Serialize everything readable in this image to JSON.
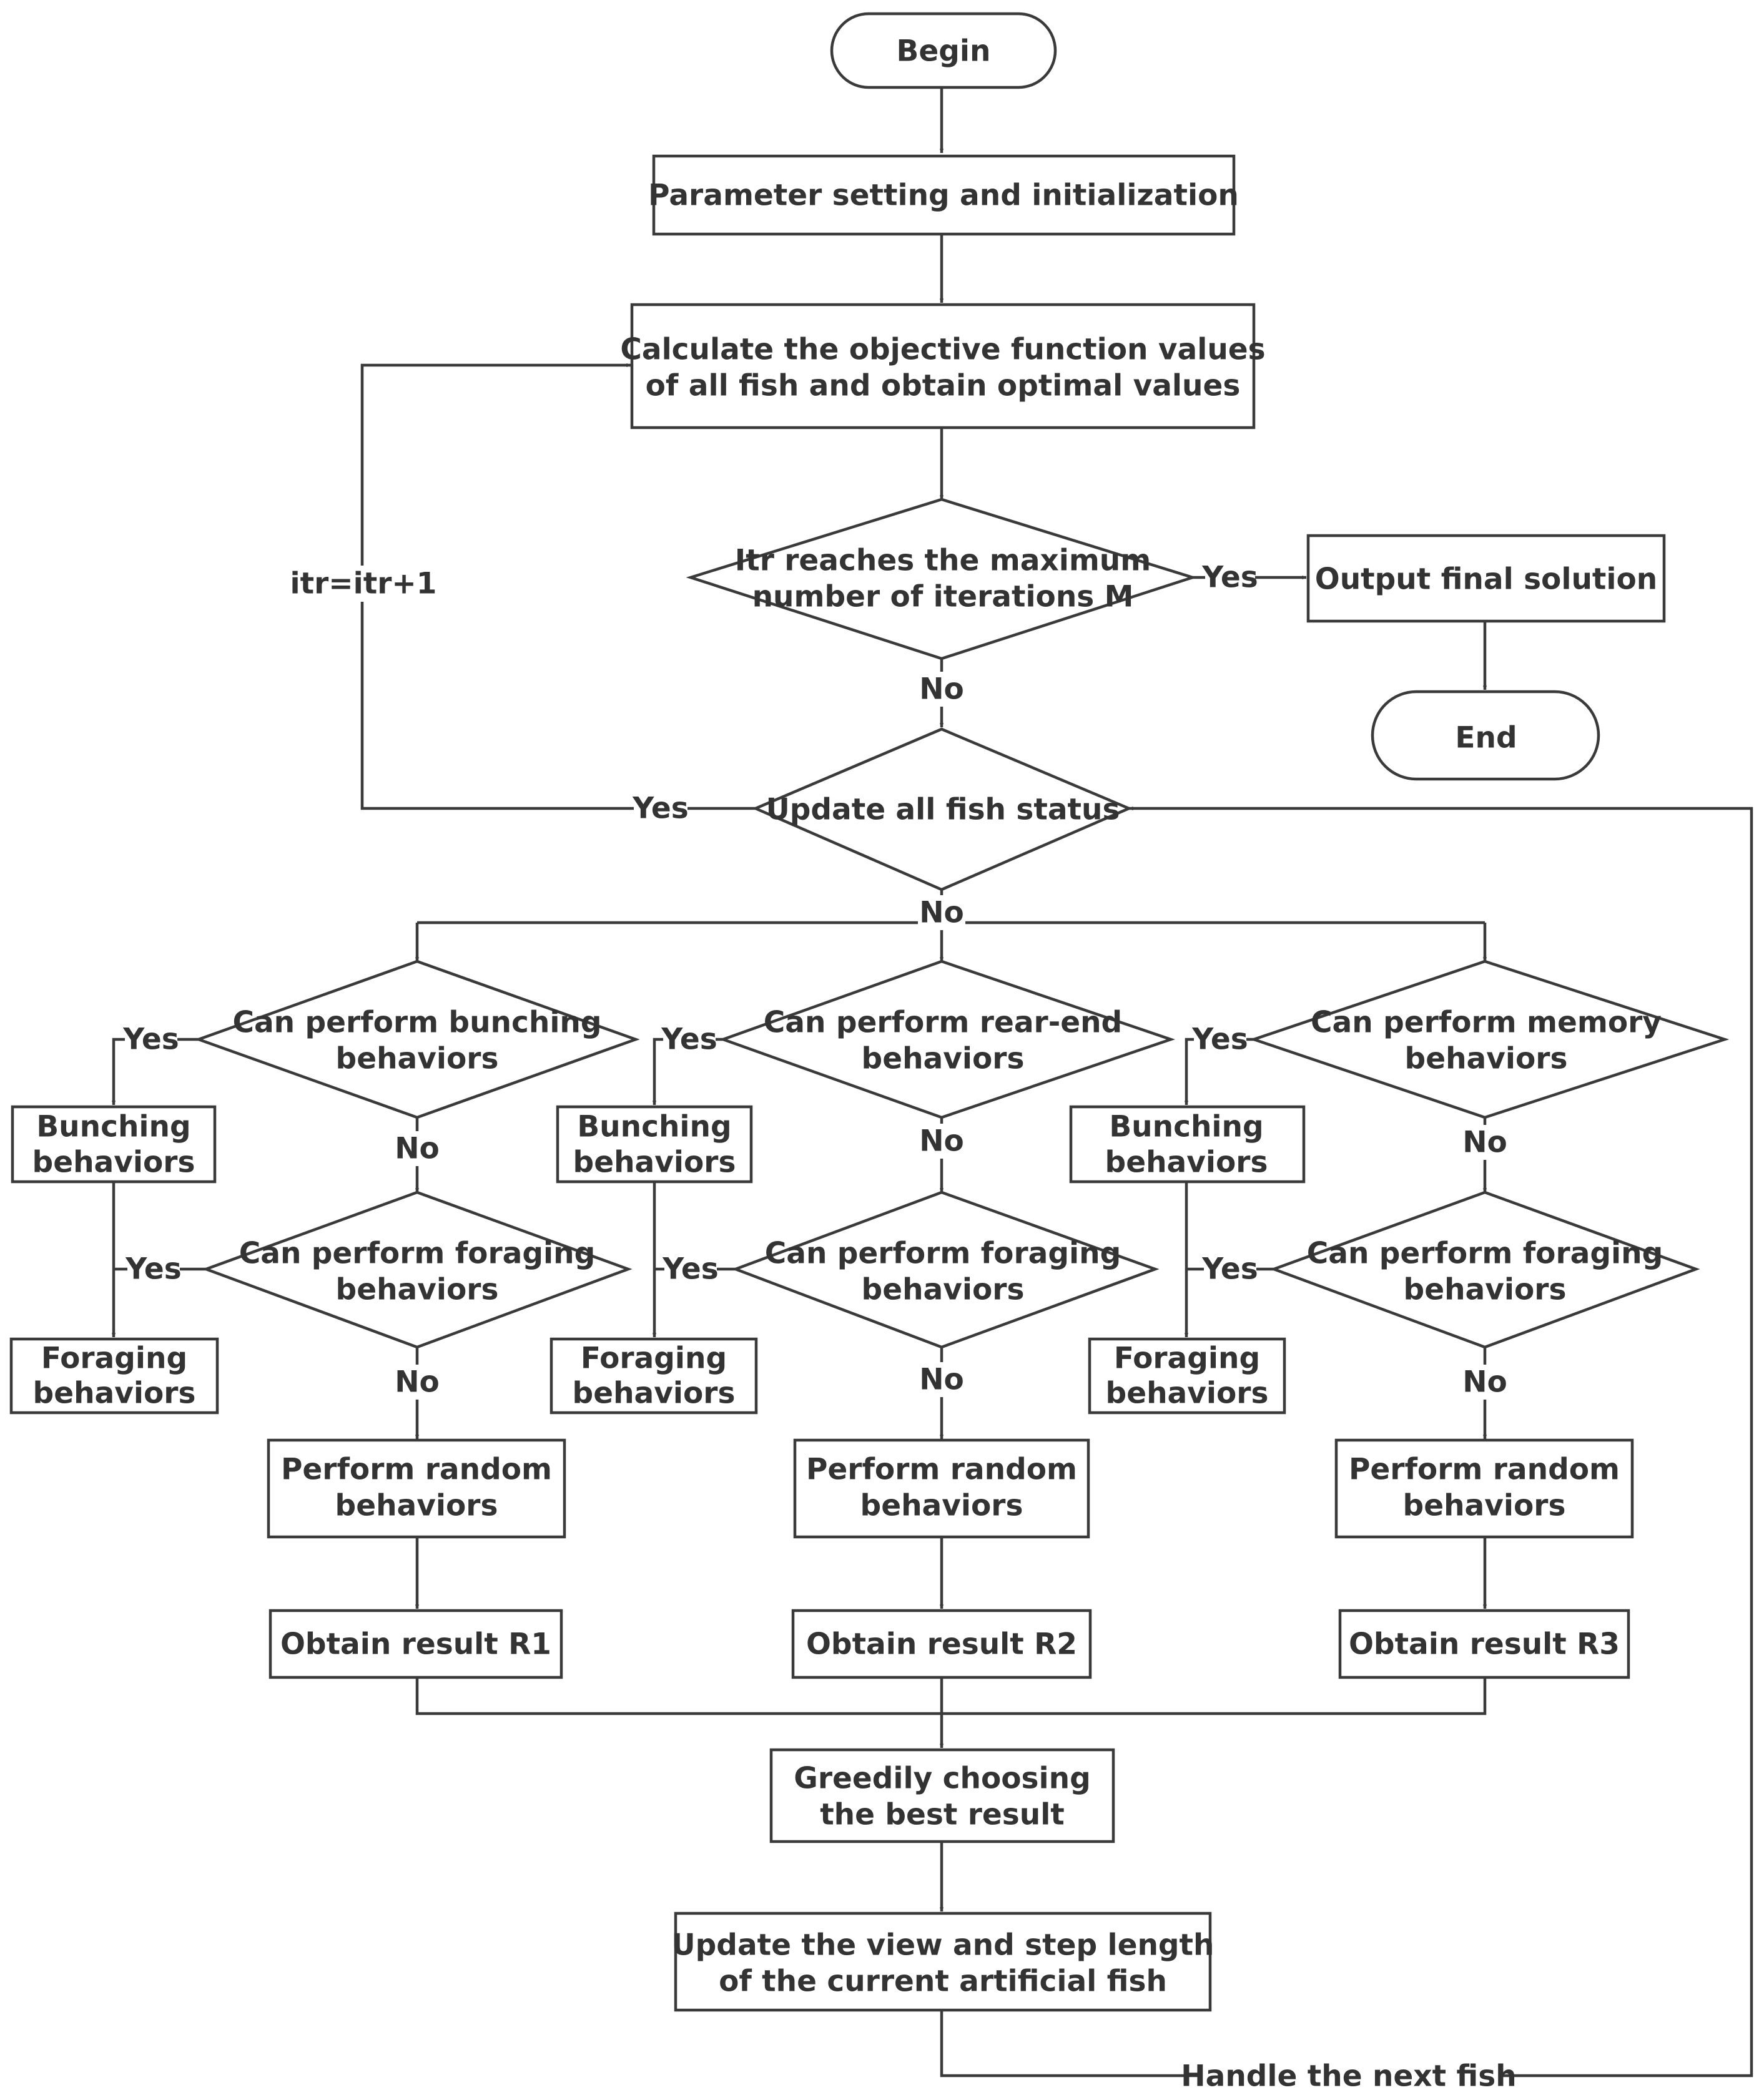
{
  "nodes": {
    "begin": "Begin",
    "init": "Parameter setting and initialization",
    "calc_1": "Calculate the objective function values",
    "calc_2": "of all fish and obtain optimal values",
    "maxiter_1": "Itr reaches the maximum",
    "maxiter_2": "number of iterations M",
    "output": "Output final solution",
    "end": "End",
    "update_status": "Update all fish status",
    "dec_bunching_1": "Can perform bunching",
    "dec_bunching_2": "behaviors",
    "dec_rearend_1": "Can perform rear-end",
    "dec_rearend_2": "behaviors",
    "dec_memory_1": "Can perform memory",
    "dec_memory_2": "behaviors",
    "bunching_1": "Bunching",
    "bunching_2": "behaviors",
    "dec_foraging_1": "Can perform foraging",
    "dec_foraging_2": "behaviors",
    "foraging_1": "Foraging",
    "foraging_2": "behaviors",
    "random_1": "Perform random",
    "random_2": "behaviors",
    "result_r1": "Obtain result R1",
    "result_r2": "Obtain result R2",
    "result_r3": "Obtain result R3",
    "greedy_1": "Greedily choosing",
    "greedy_2": "the best result",
    "update_view_1": "Update the view and step length",
    "update_view_2": "of the current artificial fish"
  },
  "edge_labels": {
    "yes": "Yes",
    "no": "No",
    "itr_increment": "itr=itr+1",
    "next_fish": "Handle the next fish"
  },
  "colors": {
    "stroke": "#3a3a3a",
    "text": "#333333",
    "background": "#ffffff"
  }
}
